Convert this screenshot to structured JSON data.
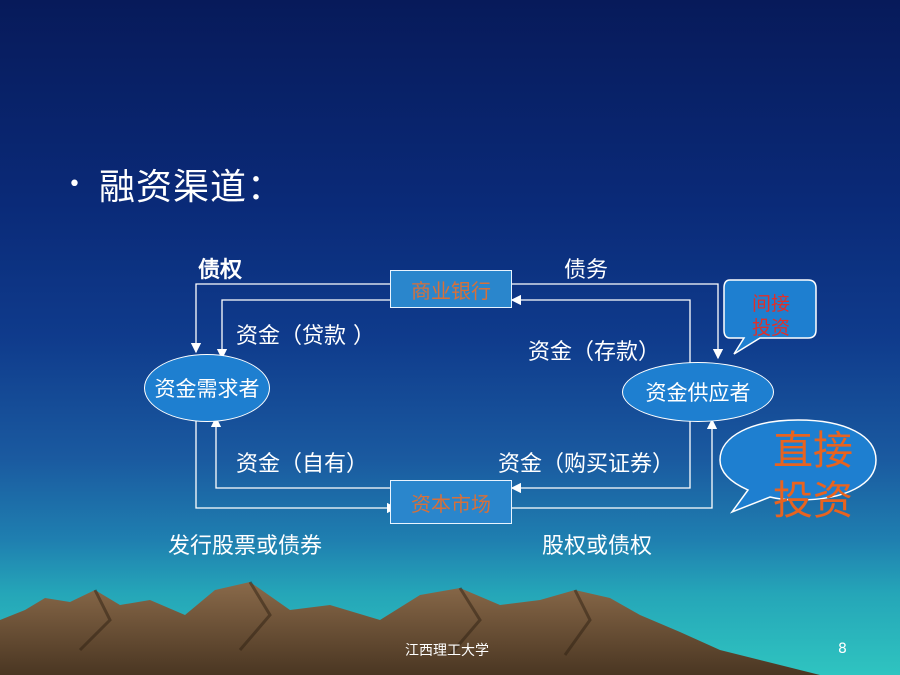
{
  "slide": {
    "bullet_text": "融资渠道：",
    "footer_center": "江西理工大学",
    "page_number": "8"
  },
  "diagram": {
    "nodes": {
      "bank": "商业银行",
      "capital_market": "资本市场",
      "demander": "资金需求者",
      "supplier": "资金供应者"
    },
    "labels": {
      "top_left": "债权",
      "top_right": "债务",
      "loan": "资金（贷款 ）",
      "deposit": "资金（存款）",
      "own": "资金（自有）",
      "buy_securities": "资金（购买证券）",
      "bottom_left": "发行股票或债券",
      "bottom_right": "股权或债权"
    },
    "callouts": {
      "indirect": [
        "间接",
        "投资"
      ],
      "direct": [
        "直接",
        "投资"
      ]
    },
    "colors": {
      "box_fill": "#2a86cc",
      "box_text": "#d6703a",
      "callout_text_red": "#e0302a",
      "callout_text_orange": "#e8631f",
      "callout_fill": "#1e7fd0"
    }
  }
}
